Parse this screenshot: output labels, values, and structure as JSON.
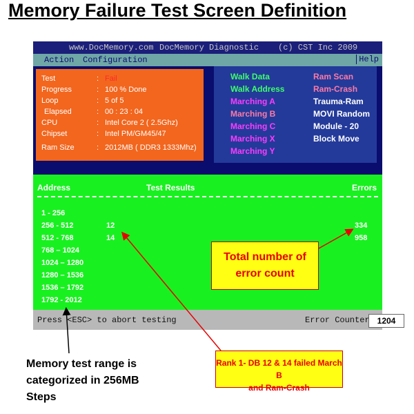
{
  "heading": "Memory Failure Test Screen Definition",
  "window": {
    "url": "www.DocMemory.com",
    "app_title": "DocMemory Diagnostic",
    "copyright": "(c) CST Inc 2009"
  },
  "menu": {
    "action": "Action",
    "configuration": "Configuration",
    "help": "Help"
  },
  "status": {
    "test_label": "Test",
    "test_value": "Fail",
    "progress_label": "Progress",
    "progress_value": "100 % Done",
    "loop_label": "Loop",
    "loop_value": "5 of 5",
    "elapsed_label": "Elapsed",
    "elapsed_value": "00 : 23 : 04",
    "cpu_label": "CPU",
    "cpu_value": "Intel Core 2 ( 2.5Ghz)",
    "chipset_label": "Chipset",
    "chipset_value": "Intel PM/GM45/47",
    "ram_label": "Ram Size",
    "ram_value": "2012MB ( DDR3 1333Mhz)",
    "colon": ":"
  },
  "tests": {
    "left": [
      "Walk Data",
      "Walk Address",
      "Marching A",
      "Marching B",
      "Marching C",
      "Marching X",
      "Marching Y"
    ],
    "right": [
      "Ram Scan",
      "Ram-Crash",
      "Trauma-Ram",
      "MOVI Random",
      "Module - 20",
      "Block Move"
    ]
  },
  "results": {
    "address_header": "Address",
    "results_header": "Test Results",
    "errors_header": "Errors",
    "addresses": [
      "1 - 256",
      "256 - 512",
      "512 - 768",
      "768 – 1024",
      "1024 – 1280",
      "1280 – 1536",
      "1536 – 1792",
      "1792 - 2012"
    ],
    "result_values": [
      "12",
      "14"
    ],
    "error_values": [
      "334",
      "958"
    ]
  },
  "statusbar": {
    "esc_text": "Press <ESC> to abort testing",
    "error_counter_label": "Error Counter:",
    "error_counter_value": "1204"
  },
  "callouts": {
    "total_line1": "Total number of",
    "total_line2": "error count",
    "rank_line1": "Rank 1- DB 12 & 14 failed March B",
    "rank_line2": "and Ram-Crash"
  },
  "note": {
    "line1": "Memory test range is",
    "line2": "categorized in 256MB",
    "line3": "Steps"
  },
  "colors": {
    "screen_bg": "#0a0d6e",
    "status_panel": "#f2661e",
    "tests_panel": "#233a9a",
    "results_panel": "#19f020",
    "callout_bg": "#ffff14",
    "callout_text": "#e80000",
    "test_green": "#3dff6a",
    "test_magenta": "#ff3bff",
    "test_pink": "#ff7aa6",
    "test_white": "#ffffff"
  }
}
